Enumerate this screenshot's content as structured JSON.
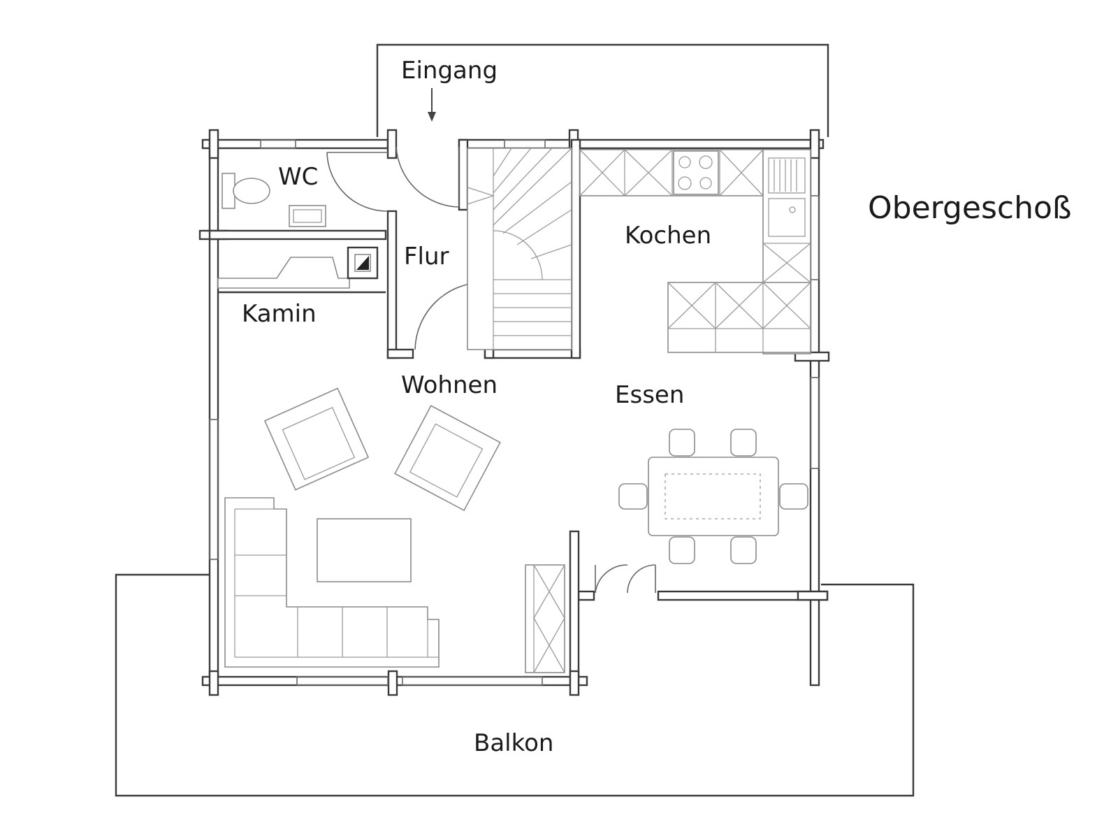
{
  "plan": {
    "title": "Obergeschoß",
    "rooms": {
      "entrance": "Eingang",
      "wc": "WC",
      "hall": "Flur",
      "fireplace": "Kamin",
      "kitchen": "Kochen",
      "living": "Wohnen",
      "dining": "Essen",
      "balcony": "Balkon"
    }
  }
}
